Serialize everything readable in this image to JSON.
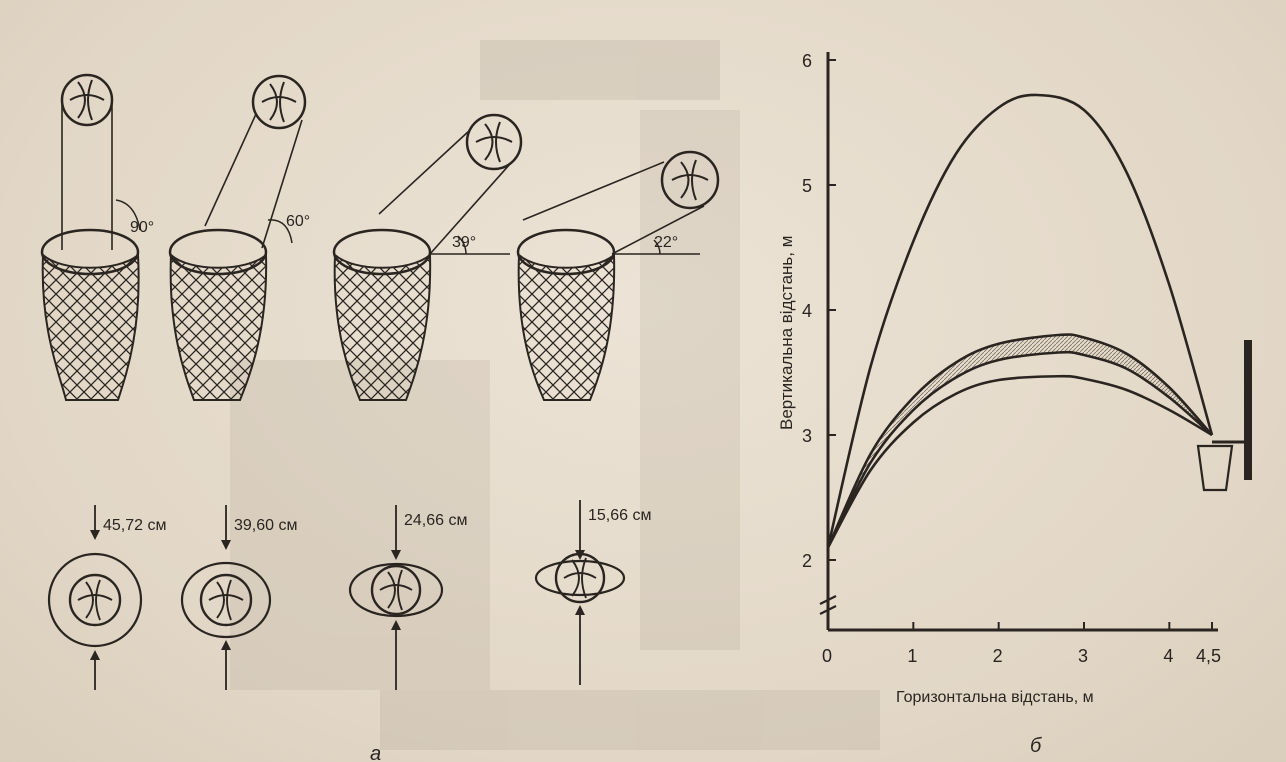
{
  "panel_a": {
    "angles": [
      "90°",
      "60°",
      "39°",
      "22°"
    ],
    "openings": [
      "45,72 см",
      "39,60 см",
      "24,66 см",
      "15,66 см"
    ],
    "panel_label": "a"
  },
  "panel_b": {
    "panel_label": "б",
    "chart_data": {
      "type": "line",
      "title": "",
      "xlabel": "Горизонтальна відстань, м",
      "ylabel": "Вертикальна відстань, м",
      "ylabel_unit": "м",
      "xlim": [
        0,
        4.5
      ],
      "ylim": [
        2,
        6
      ],
      "y_axis_break": true,
      "x_ticks": [
        "0",
        "1",
        "2",
        "3",
        "4",
        "4,5"
      ],
      "y_ticks": [
        "2",
        "3",
        "4",
        "5",
        "6"
      ],
      "series": [
        {
          "x": [
            0,
            0.5,
            1,
            1.5,
            2,
            2.45,
            3,
            3.5,
            4,
            4.5
          ],
          "y": [
            2.1,
            3.55,
            4.55,
            5.25,
            5.62,
            5.72,
            5.6,
            5.1,
            4.2,
            3.0
          ]
        },
        {
          "x": [
            0,
            0.5,
            1,
            1.5,
            2,
            2.7,
            3,
            3.5,
            4,
            4.5
          ],
          "y": [
            2.1,
            2.85,
            3.3,
            3.58,
            3.73,
            3.8,
            3.78,
            3.65,
            3.38,
            3.0
          ]
        },
        {
          "x": [
            0,
            0.5,
            1,
            1.5,
            2,
            2.7,
            3,
            3.5,
            4,
            4.5
          ],
          "y": [
            2.1,
            2.78,
            3.2,
            3.46,
            3.6,
            3.66,
            3.64,
            3.53,
            3.3,
            3.0
          ]
        },
        {
          "x": [
            0,
            0.5,
            1,
            1.5,
            2,
            2.7,
            3,
            3.5,
            4,
            4.5
          ],
          "y": [
            2.1,
            2.72,
            3.1,
            3.33,
            3.44,
            3.47,
            3.45,
            3.36,
            3.2,
            3.0
          ]
        }
      ],
      "shaded_band": "between the two upper low arcs"
    }
  }
}
